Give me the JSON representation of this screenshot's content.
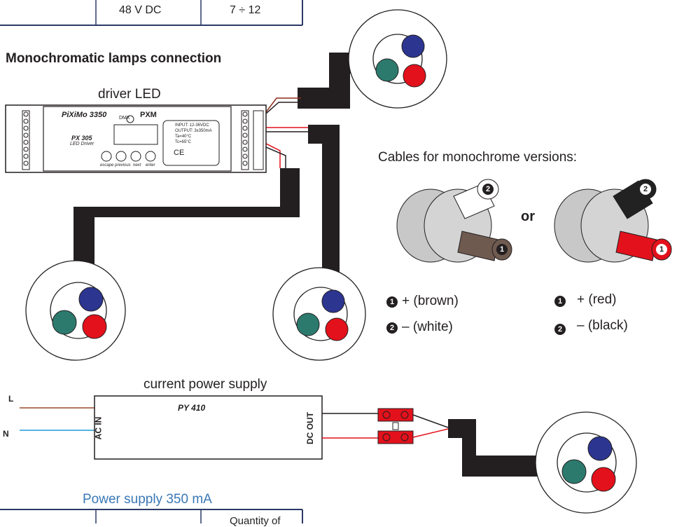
{
  "top_table": {
    "voltage": "48 V DC",
    "quantity": "7 ÷ 12"
  },
  "section_title": "Monochromatic lamps connection",
  "driver": {
    "caption": "driver LED",
    "brand": "PiXiMo 3350",
    "logo": "PXM",
    "model": "PX 305",
    "model_sub": "LED Driver",
    "dmx_label": "DMX",
    "specs": [
      "INPUT: 12-36VDC",
      "OUTPUT: 3x350mA",
      "Ta=40°C",
      "Tc=65°C"
    ],
    "buttons": [
      "escape",
      "previous",
      "next",
      "enter"
    ],
    "ce_mark": "CE"
  },
  "cables": {
    "heading": "Cables for monochrome versions:",
    "or_label": "or",
    "legend_left": [
      {
        "marker": "1",
        "text": "+ (brown)"
      },
      {
        "marker": "2",
        "text": "– (white)"
      }
    ],
    "legend_right": [
      {
        "marker": "1",
        "text": "+ (red)"
      },
      {
        "marker": "2",
        "text": "– (black)"
      }
    ],
    "colors": {
      "brown": "#6f5a50",
      "white": "#ffffff",
      "red": "#e3111b",
      "black": "#222222",
      "cap": "#c8c8c8"
    }
  },
  "power_supply": {
    "caption": "current power supply",
    "model": "PY 410",
    "input_label": "AC IN",
    "output_label": "DC OUT",
    "line_L": "L",
    "line_N": "N",
    "colors": {
      "L": "#9a4a2a",
      "N": "#1e9bd7",
      "terminal": "#e3111b"
    }
  },
  "bottom_table": {
    "title": "Power supply 350 mA",
    "partial_header": "Quantity of"
  },
  "led_colors": {
    "blue": "#2c3590",
    "green": "#2c7a6e",
    "red": "#e3111b"
  }
}
